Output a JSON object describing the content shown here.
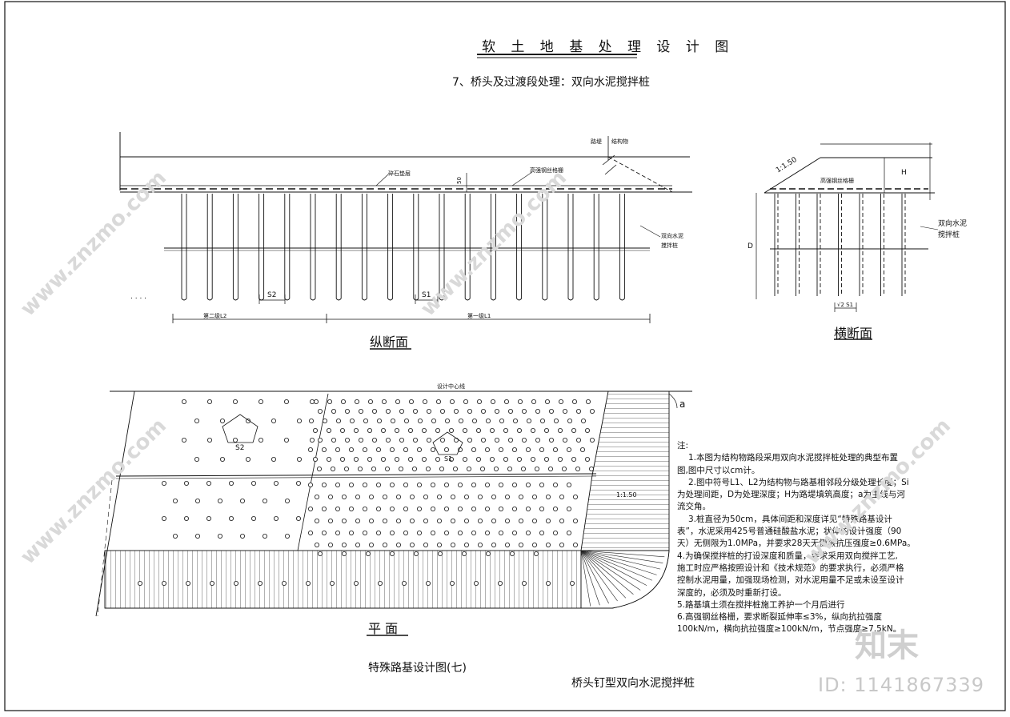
{
  "drawing": {
    "title": "软 土 地 基 处 理 设 计 图",
    "subtitle": "7、桥头及过渡段处理：双向水泥搅拌桩",
    "figure_name": "特殊路基设计图(七)",
    "caption": "桥头钉型双向水泥搅拌桩"
  },
  "longitudinal": {
    "view_title": "纵断面",
    "gravel_cushion": "碎石垫层",
    "geogrid": "高强钢丝格栅",
    "thickness": "50",
    "embankment": "路堤",
    "structure": "结构物",
    "pile_label_1": "双向水泥",
    "pile_label_2": "搅拌桩",
    "spacing_s2": "S2",
    "spacing_s1": "S1",
    "level2": "第二级L2",
    "level1": "第一级L1",
    "dots": ". . . ."
  },
  "cross": {
    "view_title": "横断面",
    "slope": "1:1.50",
    "geogrid": "高强钢丝格栅",
    "h": "H",
    "d": "D",
    "pile_label_1": "双向水泥",
    "pile_label_2": "搅拌桩",
    "spacing": "√2 S1"
  },
  "plan": {
    "view_title": "平  面",
    "center_line": "设计中心线",
    "angle": "a",
    "slope": "1:1.50",
    "s2": "S2",
    "s1": "S1"
  },
  "notes": {
    "heading": "注:",
    "lines": [
      "1.本图为结构物路段采用双向水泥搅拌桩处理的典型布置",
      "图,图中尺寸以cm计。",
      "2.图中符号L1、L2为结构物与路基相邻段分级处理长度；Si",
      "为处理间距，D为处理深度；H为路堤填筑高度；a为主线与河",
      "流交角。",
      "3.桩直径为50cm，具体间距和深度详见“特殊路基设计",
      "表”，水泥采用425号普通硅酸盐水泥；状体的设计强度（90",
      "天）无侧限为1.0MPa，并要求28天无侧限抗压强度≥0.6MPa。",
      "4.为确保搅拌桩的打设深度和质量，要求采用双向搅拌工艺,",
      "施工时应严格按照设计和《技术规范》的要求执行，必须严格",
      "控制水泥用量，加强现场检测，对水泥用量不足或未设至设计",
      "深度的，必须及时重新打设。",
      "5.路基填土须在搅拌桩施工养护一个月后进行",
      "6.高强钢丝格栅，要求断裂延伸率≤3%，纵向抗拉强度",
      "100kN/m，横向抗拉强度≥100kN/m，节点强度≥7.5kN。"
    ]
  },
  "watermark": {
    "site": "www.znzmo.com",
    "brand": "知末",
    "id": "ID: 1141867339"
  }
}
